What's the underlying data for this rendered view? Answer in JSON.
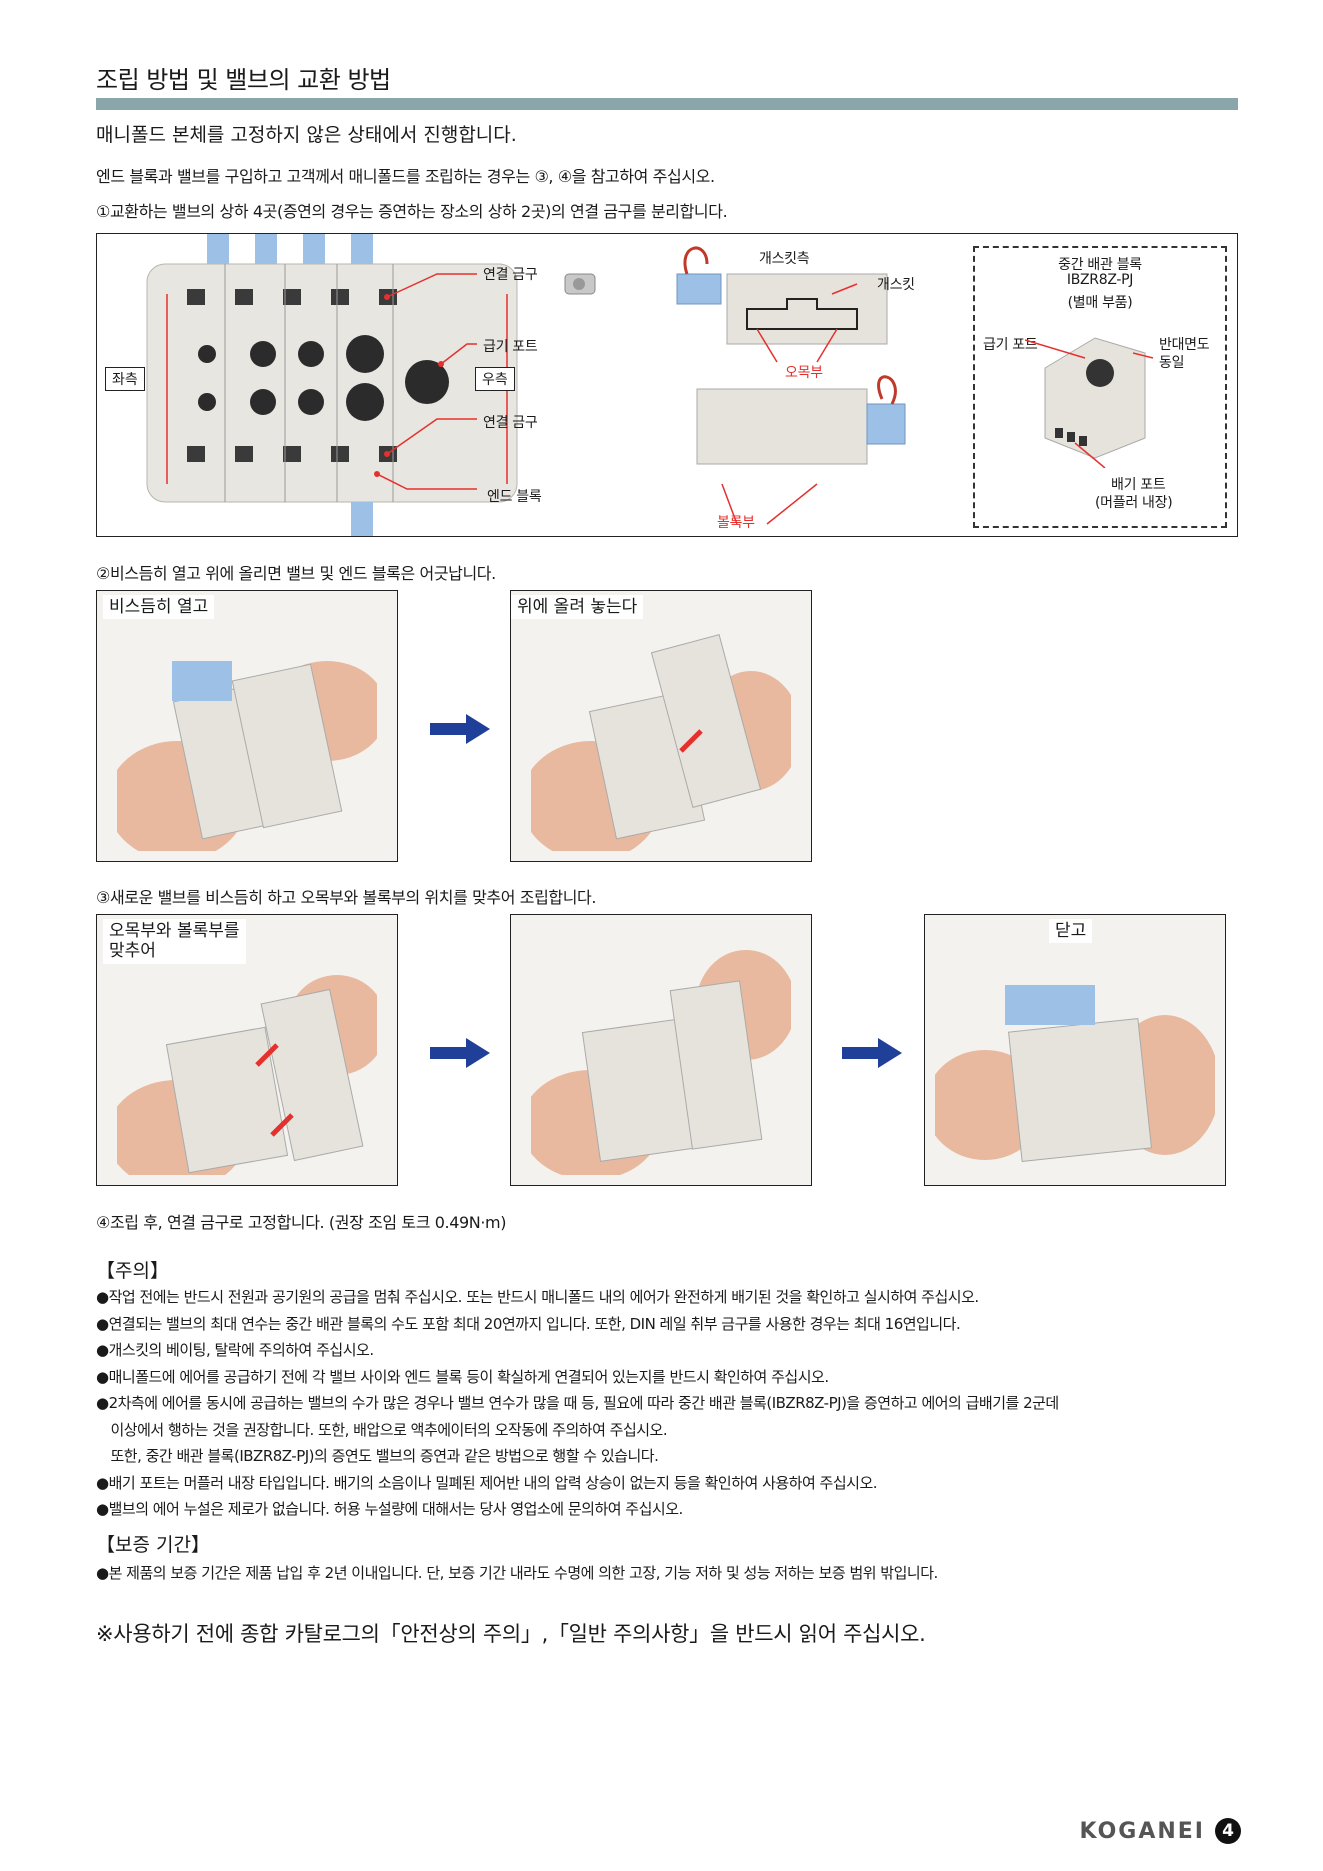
{
  "title": "조립 방법 및 밸브의 교환 방법",
  "subtitle": "매니폴드 본체를 고정하지 않은 상태에서 진행합니다.",
  "intro": "엔드 블록과 밸브를 구입하고 고객께서 매니폴드를 조립하는 경우는 ③, ④을 참고하여 주십시오.",
  "step1": "①교환하는 밸브의 상하 4곳(증연의 경우는 증연하는 장소의 상하 2곳)의 연결 금구를 분리합니다.",
  "diagram": {
    "left_label": "좌측",
    "right_label": "우측",
    "connector_top": "연결 금구",
    "supply_port": "급기 포트",
    "connector_bottom": "연결 금구",
    "end_block": "엔드 블록",
    "gasket_side": "개스킷측",
    "gasket": "개스킷",
    "concave": "오목부",
    "convex": "볼록부",
    "mid_block_title": "중간 배관 블록",
    "mid_block_model": "IBZR8Z-PJ",
    "mid_block_note": "(별매 부품)",
    "mid_supply_port": "급기 포트",
    "mid_opposite": "반대면도",
    "mid_same": "동일",
    "exhaust_port": "배기 포트",
    "muffler": "(머플러 내장)"
  },
  "step2": "②비스듬히 열고 위에 올리면 밸브 및 엔드 블록은 어긋납니다.",
  "step2_photos": [
    "비스듬히 열고",
    "위에 올려 놓는다"
  ],
  "step3": "③새로운 밸브를 비스듬히 하고 오목부와 볼록부의 위치를 맞추어 조립합니다.",
  "step3_photos": [
    "오목부와 볼록부를",
    "맞추어",
    "",
    "닫고"
  ],
  "step4": "④조립 후, 연결 금구로 고정합니다. (권장 조임 토크 0.49N·m)",
  "caution_title": "【주의】",
  "cautions": [
    "●작업 전에는 반드시 전원과 공기원의 공급을 멈춰 주십시오. 또는 반드시 매니폴드 내의 에어가 완전하게 배기된 것을 확인하고 실시하여 주십시오.",
    "●연결되는 밸브의 최대 연수는 중간 배관 블록의 수도 포함 최대 20연까지 입니다. 또한, DIN 레일 취부 금구를 사용한 경우는 최대 16연입니다.",
    "●개스킷의 베이팅, 탈락에 주의하여 주십시오.",
    "●매니폴드에 에어를 공급하기 전에 각 밸브 사이와 엔드 블록 등이 확실하게 연결되어 있는지를 반드시 확인하여 주십시오.",
    "●2차측에 에어를 동시에 공급하는 밸브의 수가 많은 경우나 밸브 연수가 많을 때 등, 필요에 따라 중간 배관 블록(IBZR8Z-PJ)을 증연하고 에어의 급배기를 2군데",
    "　이상에서 행하는 것을 권장합니다. 또한, 배압으로 액추에이터의 오작동에 주의하여 주십시오.",
    "　또한, 중간 배관 블록(IBZR8Z-PJ)의 증연도 밸브의 증연과 같은 방법으로 행할 수 있습니다.",
    "●배기 포트는 머플러 내장 타입입니다. 배기의 소음이나 밀폐된 제어반 내의 압력 상승이 없는지 등을 확인하여 사용하여 주십시오.",
    "●밸브의 에어 누설은 제로가 없습니다. 허용 누설량에 대해서는 당사 영업소에 문의하여 주십시오."
  ],
  "warranty_title": "【보증 기간】",
  "warranty": "●본 제품의 보증 기간은 제품 납입 후 2년 이내입니다. 단, 보증 기간 내라도 수명에 의한 고장, 기능 저하 및 성능 저하는 보증 범위 밖입니다.",
  "footer_note": "※사용하기 전에 종합 카탈로그의「안전상의 주의」,「일반 주의사항」을 반드시 읽어 주십시오.",
  "logo": "KOGANEI",
  "page_number": "4",
  "colors": {
    "title_bar": "#8aa6ab",
    "accent_red": "#e5312e",
    "arrow_blue": "#1f3f99"
  }
}
